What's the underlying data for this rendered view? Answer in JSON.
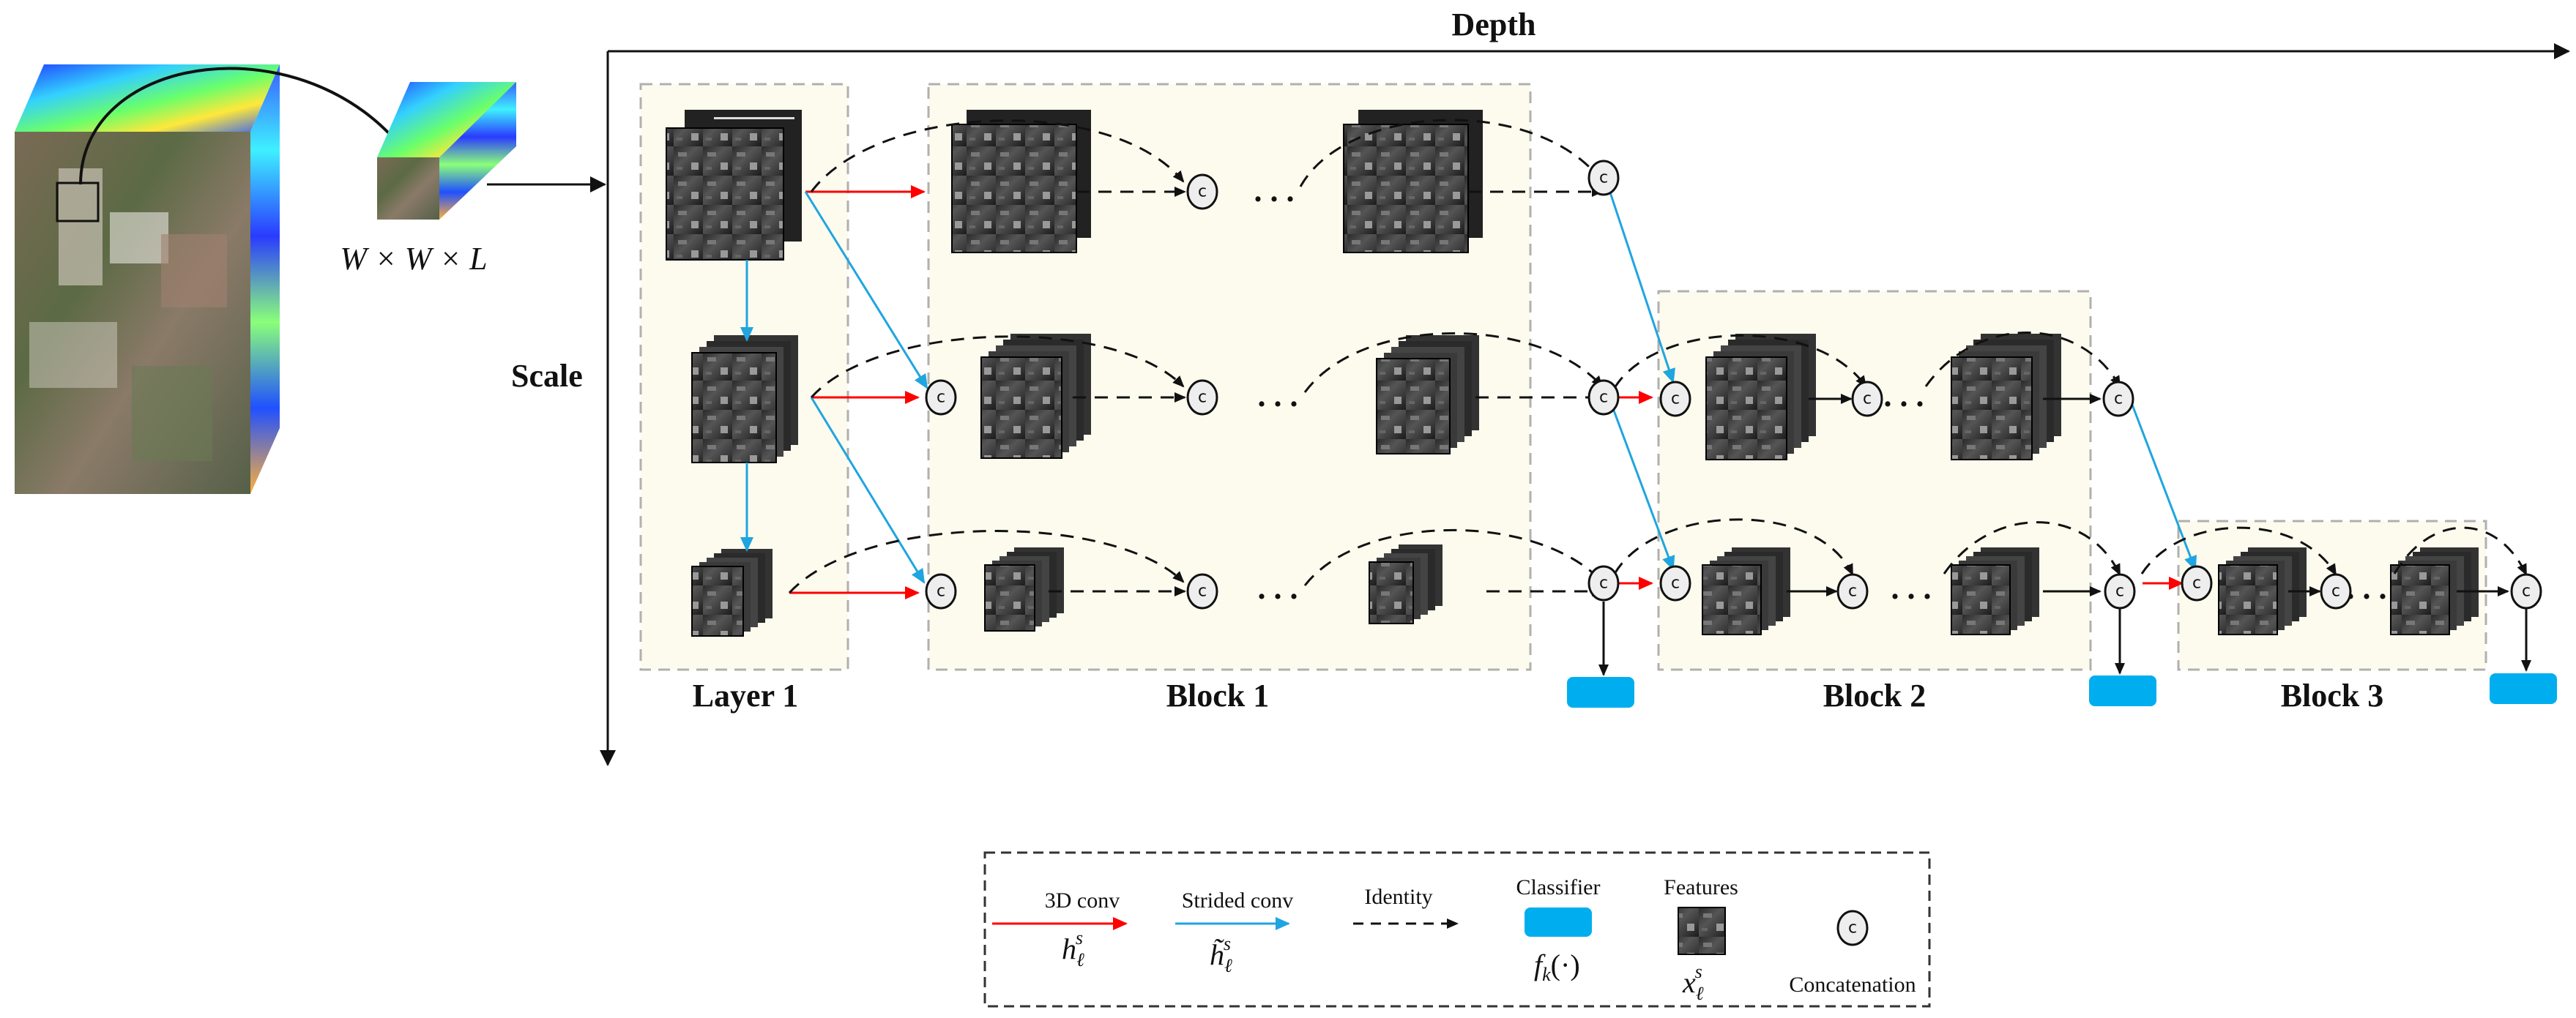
{
  "axes": {
    "depth": "Depth",
    "scale": "Scale"
  },
  "input": {
    "dims": "W × W × L"
  },
  "blocks": {
    "layer1": "Layer 1",
    "block1": "Block 1",
    "block2": "Block 2",
    "block3": "Block 3"
  },
  "concat_symbol": "c",
  "ellipsis": ". . .",
  "legend": {
    "conv3d": {
      "label": "3D conv",
      "symbol": "h",
      "sub": "ℓ",
      "sup": "s"
    },
    "strided": {
      "label": "Strided conv",
      "symbol": "h̃",
      "sub": "ℓ",
      "sup": "s"
    },
    "identity": {
      "label": "Identity"
    },
    "classifier": {
      "label": "Classifier",
      "symbol": "f",
      "sub": "k",
      "tail": "(·)"
    },
    "features": {
      "label": "Features",
      "symbol": "x",
      "sub": "ℓ",
      "sup": "s"
    },
    "concat": {
      "label": "Concatenation"
    }
  },
  "colors": {
    "conv3d": "#ff0000",
    "strided": "#1fa5e0",
    "identity": "#111111",
    "classifier": "#00aeef",
    "box_fill": "#fcfbee",
    "box_stroke": "#b0b0b0"
  }
}
